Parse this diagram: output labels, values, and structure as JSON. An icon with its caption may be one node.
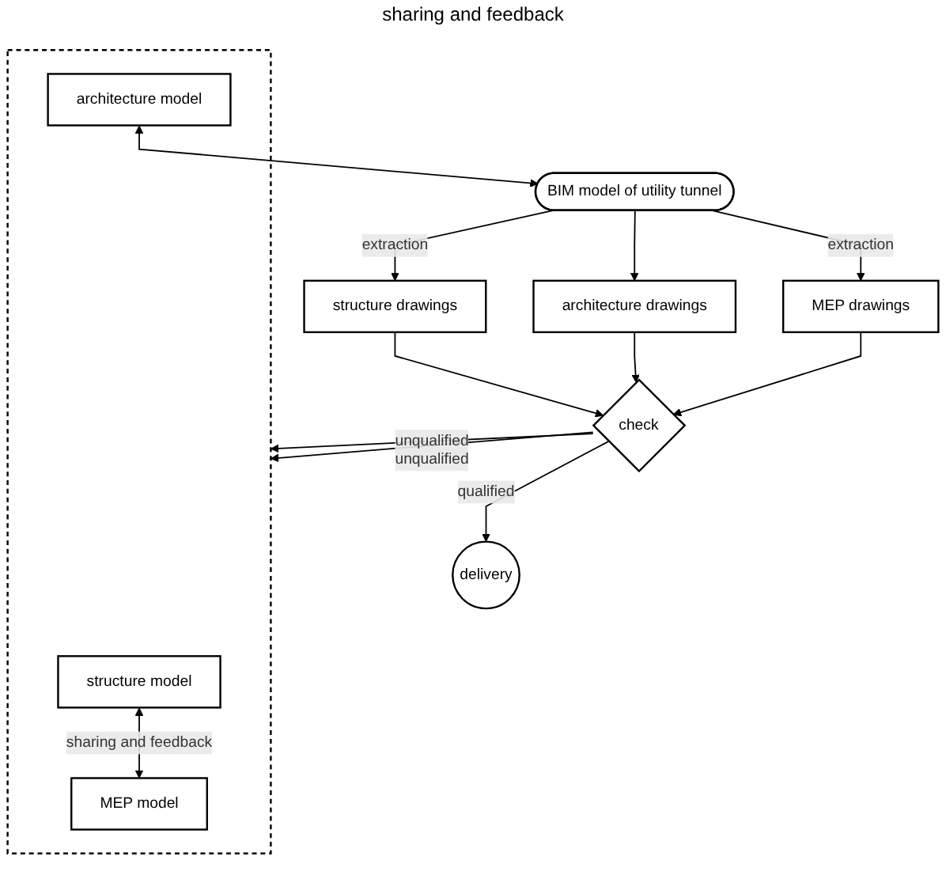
{
  "diagram": {
    "nodes": [
      {
        "text": [],
        "shape": "box"
      },
      {
        "text": [
          "structure model"
        ],
        "in": 0
      },
      {
        "text": [
          "architecture model"
        ],
        "in": 0
      },
      {
        "text": [
          "MEP model"
        ],
        "in": 0
      },
      {
        "text": [
          "BIM model of utility tunnel"
        ]
      },
      {
        "text": [
          "structure drawings"
        ]
      },
      {
        "text": [
          "architecture drawings"
        ]
      },
      {
        "text": [
          "MEP drawings"
        ]
      },
      {
        "text": [
          "check"
        ]
      },
      {
        "text": [
          "delivery"
        ]
      }
    ],
    "edges": [
      {
        "from": 1,
        "to": 3,
        "arrow": "both",
        "label": "sharing and feedback"
      },
      {
        "from": 2,
        "to": 4,
        "arrow": "both"
      },
      {
        "from": 4,
        "to": 5,
        "arrow": "to",
        "label": "extraction"
      },
      {
        "from": 4,
        "to": 6,
        "arrow": "to"
      },
      {
        "from": 4,
        "to": 7,
        "arrow": "to",
        "label": "extraction"
      },
      {
        "from": 5,
        "to": 8,
        "arrow": "to"
      },
      {
        "from": 6,
        "to": 8,
        "arrow": "to"
      },
      {
        "from": 7,
        "to": 8,
        "arrow": "to"
      },
      {
        "from": 8,
        "to": 0,
        "arrow": "to",
        "label": "unqualified"
      },
      {
        "from": 8,
        "to": 0,
        "arrow": "to",
        "label": "unqualified"
      },
      {
        "from": 8,
        "to": 9,
        "arrow": "to",
        "label": "qualified"
      }
    ],
    "labels": [
      "sharing and feedback"
    ]
  }
}
